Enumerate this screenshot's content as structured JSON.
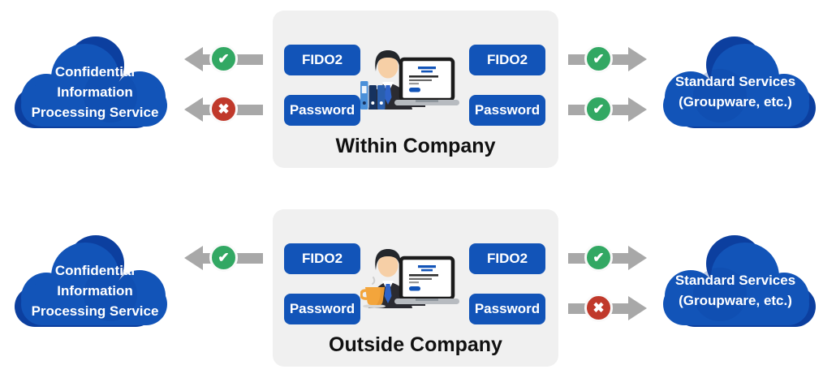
{
  "diagram": {
    "colors": {
      "brand_blue": "#1254b8",
      "cloud_shadow_blue": "#0c3f9f",
      "panel_gray": "#f0f0f0",
      "arrow_gray": "#a8a8a8",
      "allowed_green": "#32a863",
      "denied_red": "#c0392b",
      "text_white": "#ffffff",
      "label_black": "#111111"
    },
    "rows": [
      {
        "zone_label": "Within Company",
        "left_cloud": {
          "lines": [
            "Confidential",
            "Information",
            "Processing Service"
          ]
        },
        "right_cloud": {
          "lines": [
            "Standard Services",
            "(Groupware, etc.)"
          ]
        },
        "left_buttons": [
          "FIDO2",
          "Password"
        ],
        "right_buttons": [
          "FIDO2",
          "Password"
        ],
        "left_arrows": [
          {
            "from": "FIDO2",
            "to": "Confidential Information Processing Service",
            "direction": "left",
            "status": "allowed",
            "icon": "check-icon"
          },
          {
            "from": "Password",
            "to": "Confidential Information Processing Service",
            "direction": "left",
            "status": "denied",
            "icon": "cross-icon"
          }
        ],
        "right_arrows": [
          {
            "from": "FIDO2",
            "to": "Standard Services (Groupware, etc.)",
            "direction": "right",
            "status": "allowed",
            "icon": "check-icon"
          },
          {
            "from": "Password",
            "to": "Standard Services (Groupware, etc.)",
            "direction": "right",
            "status": "allowed",
            "icon": "check-icon"
          }
        ],
        "person": "office-worker-with-binders-and-login-laptop"
      },
      {
        "zone_label": "Outside Company",
        "left_cloud": {
          "lines": [
            "Confidential",
            "Information",
            "Processing Service"
          ]
        },
        "right_cloud": {
          "lines": [
            "Standard Services",
            "(Groupware, etc.)"
          ]
        },
        "left_buttons": [
          "FIDO2",
          "Password"
        ],
        "right_buttons": [
          "FIDO2",
          "Password"
        ],
        "left_arrows": [
          {
            "from": "FIDO2",
            "to": "Confidential Information Processing Service",
            "direction": "left",
            "status": "allowed",
            "icon": "check-icon"
          }
        ],
        "right_arrows": [
          {
            "from": "FIDO2",
            "to": "Standard Services (Groupware, etc.)",
            "direction": "right",
            "status": "allowed",
            "icon": "check-icon"
          },
          {
            "from": "Password",
            "to": "Standard Services (Groupware, etc.)",
            "direction": "right",
            "status": "denied",
            "icon": "cross-icon"
          }
        ],
        "person": "remote-worker-with-coffee-and-login-laptop"
      }
    ]
  }
}
